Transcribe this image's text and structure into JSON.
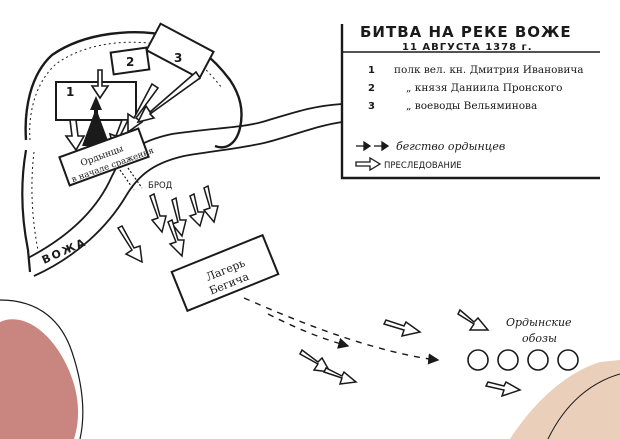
{
  "legend": {
    "title": "БИТВА НА РЕКЕ ВОЖЕ",
    "date": "11 АВГУСТА 1378 г.",
    "regiments": [
      {
        "num": "1",
        "text": "полк вел. кн. Дмитрия Ивановича"
      },
      {
        "num": "2",
        "text": "„  князя Даниила Пронского"
      },
      {
        "num": "3",
        "text": "„  воеводы Вельяминова"
      }
    ],
    "flight_label": "бегство ордынцев",
    "pursuit_label": "ПРЕСЛЕДОВАНИЕ"
  },
  "map": {
    "river_label": "ВОЖА",
    "ford_label": "БРОД",
    "regiment_1": "1",
    "regiment_2": "2",
    "regiment_3": "3",
    "horde_label_line1": "Ордынцы",
    "horde_label_line2": "в начале сражения",
    "camp_line1": "Лагерь",
    "camp_line2": "Бегича",
    "wagons_line1": "Ордынские",
    "wagons_line2": "обозы"
  },
  "colors": {
    "ink": "#1a1a1a",
    "paper": "#ffffff",
    "deco_rose": "#c9857f",
    "deco_beige": "#ead0bb"
  }
}
